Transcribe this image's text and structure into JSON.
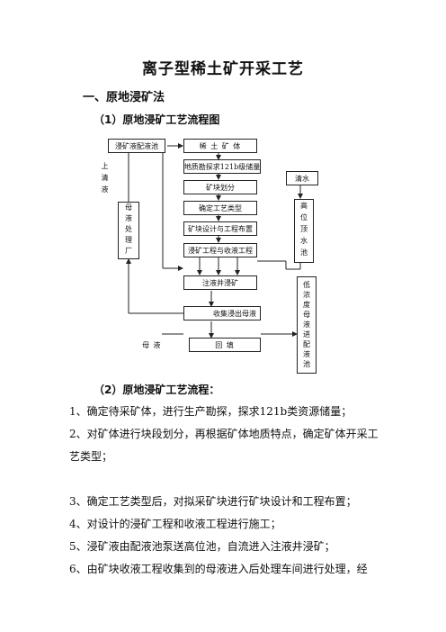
{
  "title": "离子型稀土矿开采工艺",
  "section1": "一、原地浸矿法",
  "sub1": "（1）原地浸矿工艺流程图",
  "flow": {
    "box_liquid_pool": "浸矿液配液池",
    "box_ore": "稀 土 矿 体",
    "box_survey": "地质勘探求121b级储量",
    "box_block": "矿块划分",
    "box_process": "确定工艺类型",
    "box_design": "矿块设计与工程布置",
    "box_engineering": "浸矿工程与收液工程",
    "box_inject": "注液井浸矿",
    "box_collect": "收集浸出母液",
    "box_fill": "回 填",
    "box_clear_water": "清水",
    "label_up": "上清液",
    "box_mother_treat": "母液处理厂",
    "box_high_pool": "高位顶水池",
    "box_low_conc": "低浓度母液进配液池",
    "label_mother": "母 液"
  },
  "sub2": "（2）原地浸矿工艺流程：",
  "steps": [
    "1、确定待采矿体，进行生产勘探，探求121b类资源储量；",
    "2、对矿体进行块段划分，再根据矿体地质特点，确定矿体开采工艺类型；",
    "3、确定工艺类型后，对拟采矿块进行矿块设计和工程布置；",
    "4、对设计的浸矿工程和收液工程进行施工；",
    "5、浸矿液由配液池泵送高位池，自流进入注液井浸矿；",
    "6、由矿块收液工程收集到的母液进入后处理车间进行处理，经"
  ]
}
